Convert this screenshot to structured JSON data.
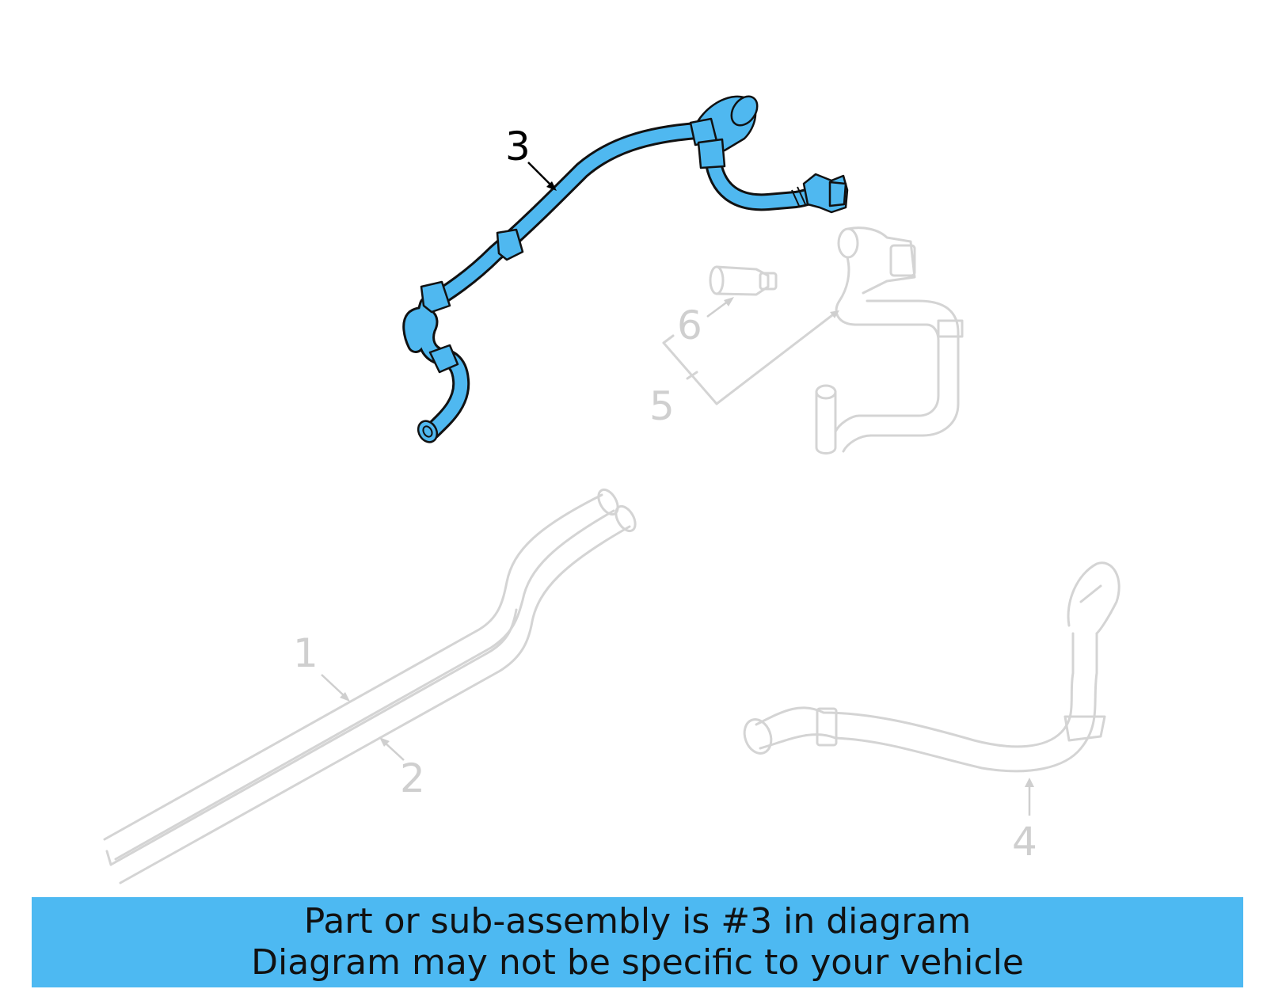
{
  "callouts": {
    "part_1": "1",
    "part_2": "2",
    "part_3": "3",
    "part_4": "4",
    "part_5": "5",
    "part_6": "6"
  },
  "highlighted_part": "3",
  "banner": {
    "line1": "Part or sub-assembly is #3 in diagram",
    "line2": "Diagram may not be specific to your vehicle"
  },
  "colors": {
    "highlight": "#4fb8f0",
    "banner_bg": "#4db9f2",
    "faded_parts": "#d4d4d4",
    "outline": "#111111"
  }
}
